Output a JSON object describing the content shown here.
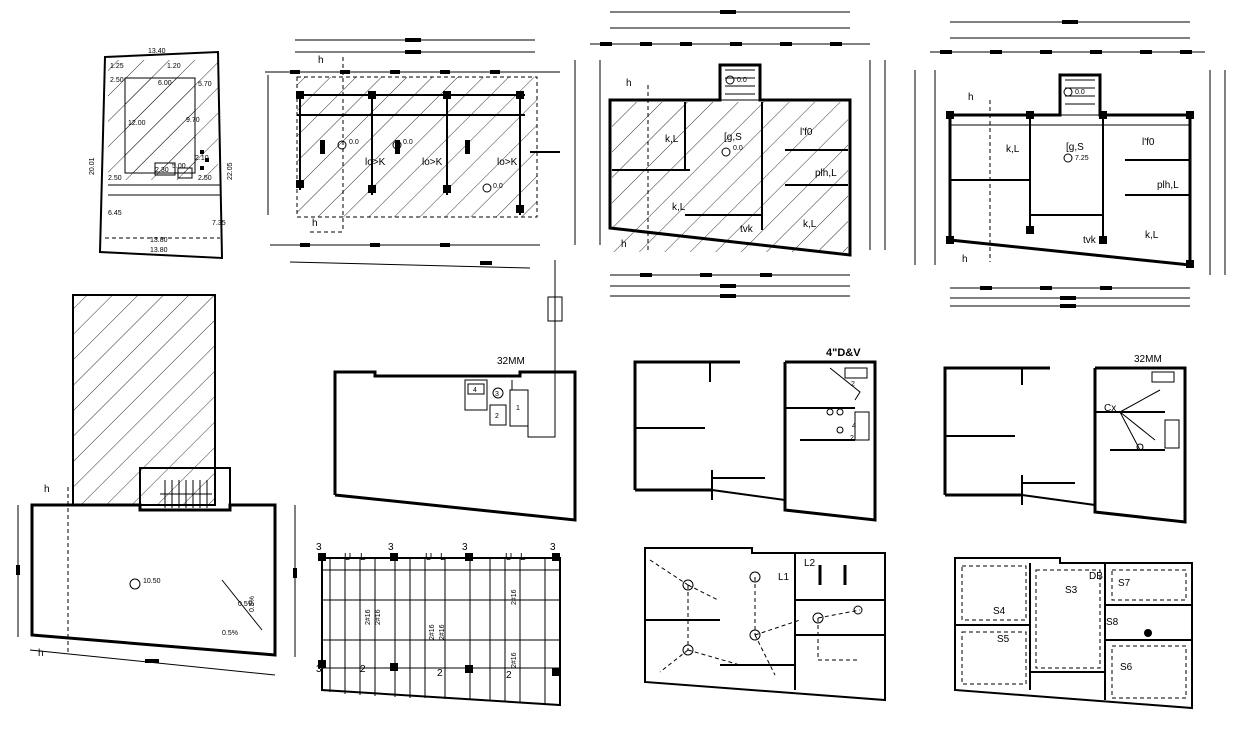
{
  "site_plan": {
    "dims": [
      "13.40",
      "2.50",
      "6.00",
      "12.00",
      "5.70",
      "9.70",
      "1.25",
      "1.20",
      "2.50",
      "2.30",
      "5.00",
      "2.10",
      "2.50",
      "20.01",
      "22.05",
      "6.45",
      "7.35",
      "13.80",
      "13.80"
    ]
  },
  "slab_plan": {
    "h_label": "h",
    "room_labels": [
      "lo>K",
      "lo>K",
      "lo>K"
    ],
    "levels": [
      "0.0",
      "0.0",
      "0.0"
    ]
  },
  "ground_floor": {
    "labels": [
      "k,L",
      "[g,S",
      "l'f0",
      "plh,L",
      "k,L",
      "k,L",
      "tvk",
      "h",
      "h"
    ],
    "levels": [
      "0.0",
      "0.0"
    ]
  },
  "first_floor": {
    "labels": [
      "k,L",
      "[g,S",
      "l'f0",
      "plh,L",
      "k,L",
      "tvk",
      "h",
      "h"
    ],
    "levels": [
      "0.0",
      "7.25"
    ]
  },
  "roof_plan": {
    "labels": [
      "h",
      "h"
    ],
    "level": "10.50",
    "slopes": [
      "0.5%",
      "0.5%",
      "0.5%"
    ]
  },
  "water_plan": {
    "pipe_label": "32MM",
    "tank_numbers": [
      "1",
      "2",
      "3",
      "4"
    ]
  },
  "drainage_plan": {
    "pipe_label": "4\"D&V",
    "fixture_numbers": [
      "2",
      "4",
      "2"
    ]
  },
  "water_plan_2": {
    "pipe_label": "32MM",
    "tag": "Cx"
  },
  "foundation_plan": {
    "marks": [
      "3",
      "U",
      "L",
      "3",
      "U",
      "L",
      "3",
      "U",
      "L",
      "3",
      "2",
      "2",
      "2",
      "3"
    ],
    "column_tags": [
      "2#16",
      "2#16",
      "2#16",
      "2#16",
      "2#16",
      "2#16"
    ]
  },
  "lighting_plan": {
    "labels": [
      "L1",
      "L2"
    ]
  },
  "power_plan": {
    "labels": [
      "DB",
      "S3",
      "S4",
      "S5",
      "S6",
      "S7",
      "S8"
    ]
  }
}
